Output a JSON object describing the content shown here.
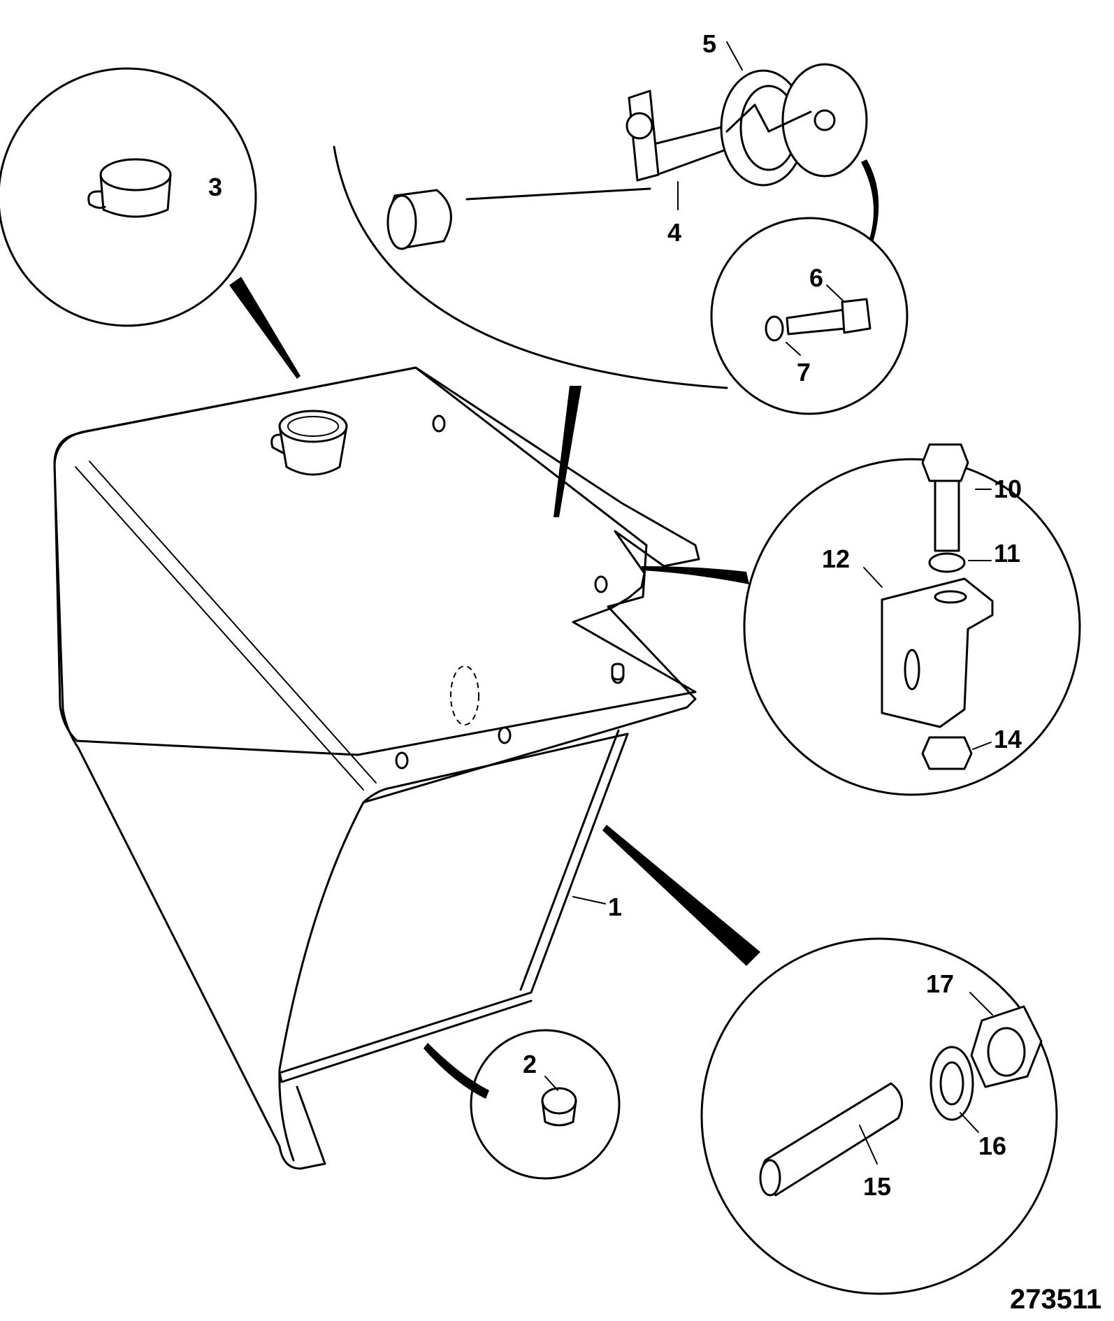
{
  "figure_number": "273511",
  "callouts": [
    {
      "id": "c1",
      "text": "1"
    },
    {
      "id": "c2",
      "text": "2"
    },
    {
      "id": "c3",
      "text": "3"
    },
    {
      "id": "c4",
      "text": "4"
    },
    {
      "id": "c5",
      "text": "5"
    },
    {
      "id": "c6",
      "text": "6"
    },
    {
      "id": "c7",
      "text": "7"
    },
    {
      "id": "c10",
      "text": "10"
    },
    {
      "id": "c11",
      "text": "11"
    },
    {
      "id": "c12",
      "text": "12"
    },
    {
      "id": "c14",
      "text": "14"
    },
    {
      "id": "c15",
      "text": "15"
    },
    {
      "id": "c16",
      "text": "16"
    },
    {
      "id": "c17",
      "text": "17"
    }
  ]
}
